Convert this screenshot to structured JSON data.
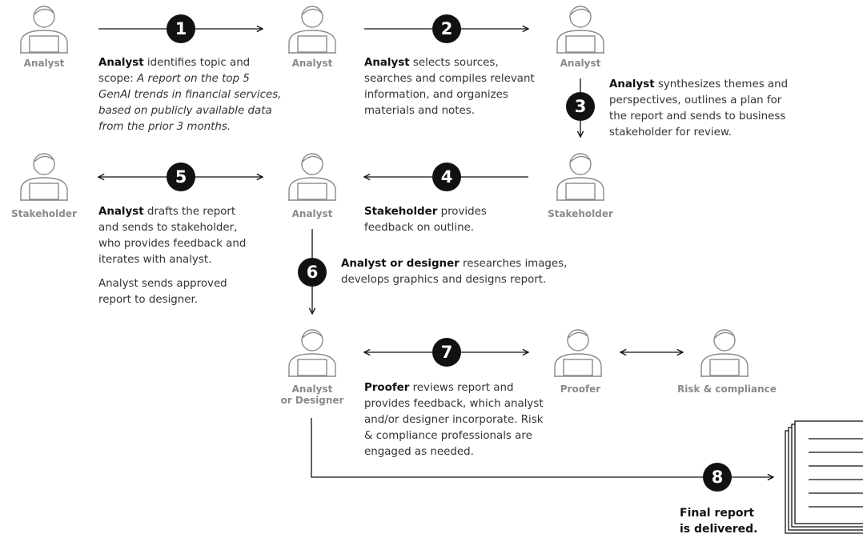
{
  "roles": {
    "r1": "Analyst",
    "r2": "Analyst",
    "r3": "Analyst",
    "r4": "Stakeholder",
    "r5": "Stakeholder",
    "r6": "Analyst",
    "r7": "Analyst",
    "r7b": "or Designer",
    "r8": "Proofer",
    "r9": "Risk & compliance"
  },
  "steps": {
    "s1": {
      "number": "1",
      "actor": "Analyst",
      "text": " identifies topic and scope: ",
      "italic": "A report on the top 5 GenAI trends in financial services, based on publicly available data from the prior 3 months."
    },
    "s2": {
      "number": "2",
      "actor": "Analyst",
      "text": " selects sources, searches and compiles relevant information, and organizes materials and notes."
    },
    "s3": {
      "number": "3",
      "actor": "Analyst",
      "text": " synthesizes themes and perspectives, outlines a plan for the report and sends to business stakeholder for review."
    },
    "s4": {
      "number": "4",
      "actor": "Stakeholder",
      "text": " provides feedback on outline."
    },
    "s5": {
      "number": "5",
      "actor": "Analyst",
      "text": " drafts the report and sends to stakeholder, who provides feedback and iterates with analyst.",
      "extra": "Analyst sends approved report to designer."
    },
    "s6": {
      "number": "6",
      "actor": "Analyst or designer",
      "text": " researches images, develops graphics and designs report."
    },
    "s7": {
      "number": "7",
      "actor": "Proofer",
      "text": " reviews report and provides feedback, which analyst and/or designer incorporate. Risk & compliance professionals are engaged as needed."
    },
    "s8": {
      "number": "8",
      "line1": "Final report",
      "line2": "is delivered."
    }
  },
  "icons": {
    "person": "person-at-laptop-icon",
    "document": "stacked-document-icon"
  },
  "colors": {
    "ink": "#111111",
    "icon_stroke": "#8a8a8a",
    "role_label": "#8a8a8a",
    "body_text": "#333333"
  }
}
